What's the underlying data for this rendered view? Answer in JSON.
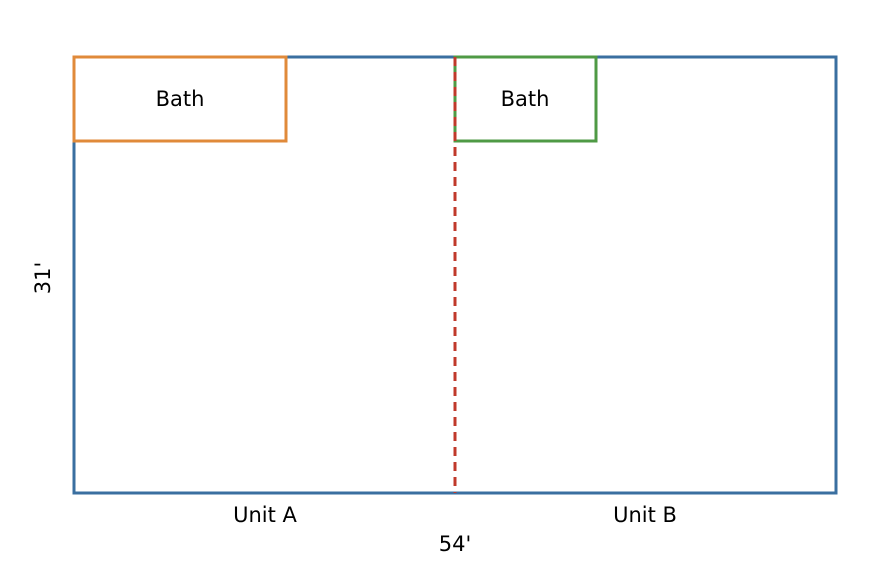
{
  "dimensions": {
    "width_label": "54'",
    "height_label": "31'"
  },
  "units": [
    {
      "label": "Unit A"
    },
    {
      "label": "Unit B"
    }
  ],
  "baths": [
    {
      "label": "Bath",
      "unit": "Unit A"
    },
    {
      "label": "Bath",
      "unit": "Unit B"
    }
  ],
  "colors": {
    "outline": "#3a6fa0",
    "bath_a": "#e08a3a",
    "bath_b": "#4f9a45",
    "divider": "#c0392b"
  }
}
